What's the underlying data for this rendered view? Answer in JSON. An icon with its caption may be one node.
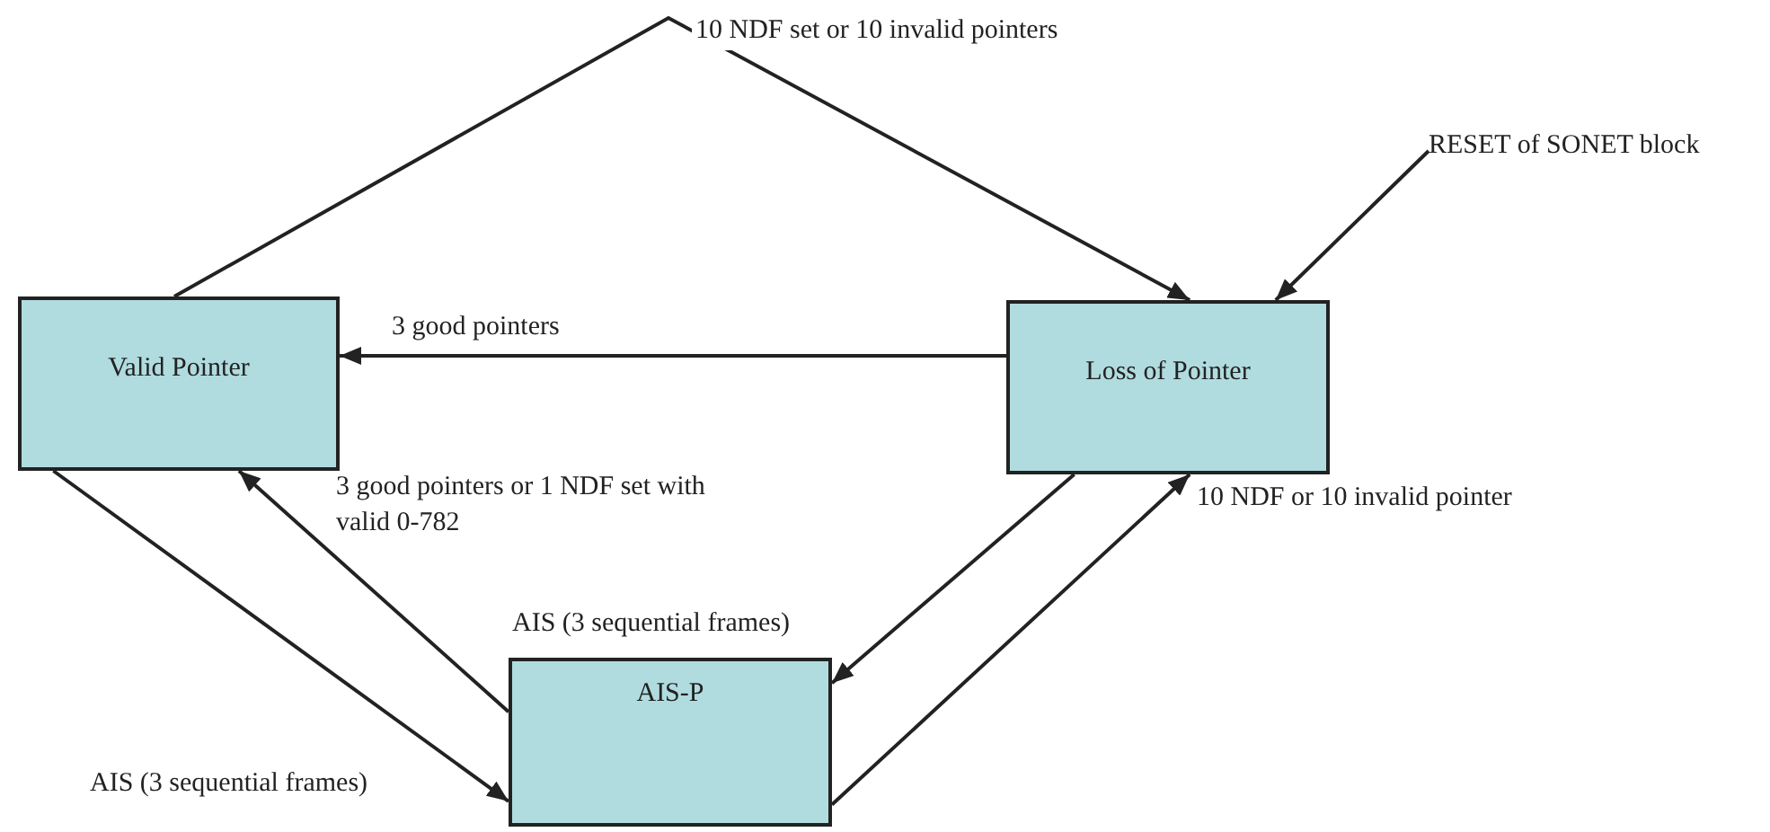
{
  "diagram": {
    "nodes": [
      {
        "text": [
          "Valid Pointer"
        ]
      },
      {
        "text": [
          "Loss of Pointer"
        ]
      },
      {
        "text": [
          "AIS-P"
        ]
      },
      {
        "text": [
          "RESET of SONET block"
        ]
      }
    ],
    "edges": [
      {
        "from": 0,
        "to": 1,
        "arrow": "to",
        "label": "10 NDF set or 10 invalid pointers"
      },
      {
        "from": 3,
        "to": 1,
        "arrow": "to"
      },
      {
        "from": 1,
        "to": 0,
        "arrow": "to",
        "label": "3 good pointers"
      },
      {
        "from": 2,
        "to": 0,
        "arrow": "to",
        "label": "3 good pointers or 1 NDF set with valid 0-782"
      },
      {
        "from": 1,
        "to": 2,
        "arrow": "to",
        "label": "AIS (3 sequential frames)"
      },
      {
        "from": 0,
        "to": 2,
        "arrow": "to",
        "label": "AIS (3 sequential frames)"
      },
      {
        "from": 2,
        "to": 1,
        "arrow": "to",
        "label": "10 NDF or 10 invalid pointer"
      }
    ]
  }
}
